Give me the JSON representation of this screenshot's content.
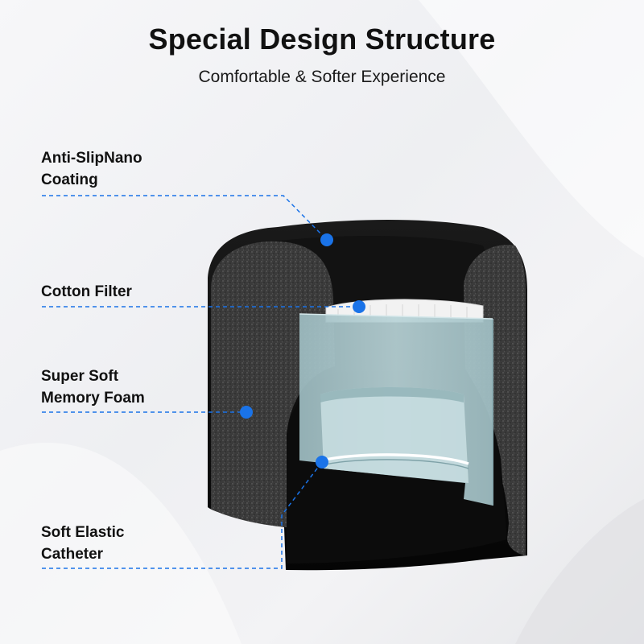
{
  "header": {
    "title": "Special Design Structure",
    "subtitle": "Comfortable & Softer Experience"
  },
  "callouts": [
    {
      "line1": "Anti-SlipNano",
      "line2": "Coating"
    },
    {
      "line1": "Cotton Filter",
      "line2": ""
    },
    {
      "line1": "Super Soft",
      "line2": "Memory Foam"
    },
    {
      "line1": "Soft Elastic",
      "line2": "Catheter"
    }
  ],
  "colors": {
    "accent": "#1a73e8",
    "coating": "#0b0b0b",
    "foam": "#3a3a3a",
    "tube": "#a9c7cc",
    "filter": "#f2f2f2"
  }
}
